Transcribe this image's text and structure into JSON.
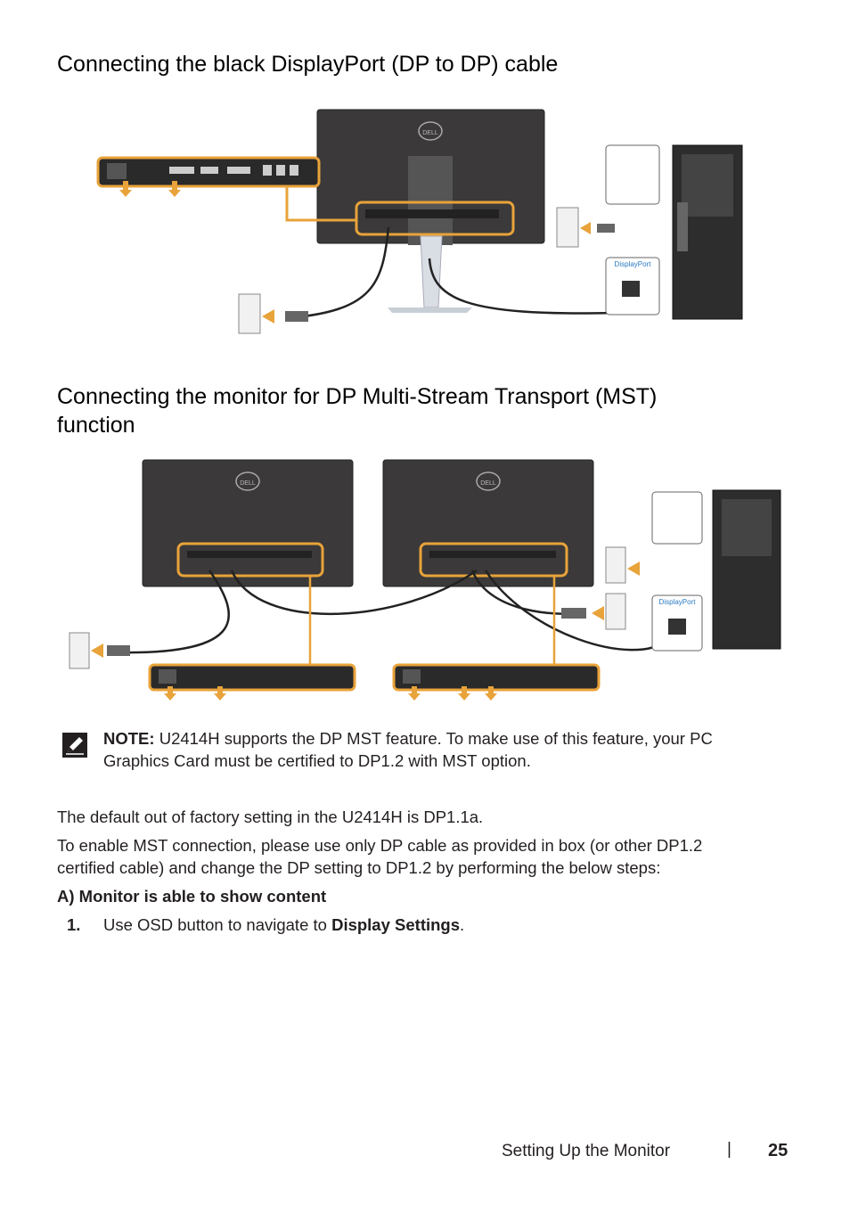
{
  "section1": {
    "heading": "Connecting the black DisplayPort (DP to DP) cable",
    "figure_labels": {
      "displayport": "DisplayPort",
      "brand": "DELL"
    }
  },
  "section2": {
    "heading_line1": "Connecting the monitor for DP Multi-Stream Transport (MST)",
    "heading_line2": "function",
    "figure_labels": {
      "displayport": "DisplayPort",
      "brand": "DELL"
    }
  },
  "note": {
    "label": "NOTE:",
    "text_line1": " U2414H supports the DP MST feature. To make use of this feature, your PC",
    "text_line2": "Graphics Card must be certified to DP1.2 with MST option.",
    "icon": "note-pencil-icon"
  },
  "body": {
    "para1": "The default out of factory setting in the U2414H is DP1.1a.",
    "para2_line1": "To enable MST connection, please use only DP cable as provided in box (or other DP1.2",
    "para2_line2": "certified cable) and change the DP setting to DP1.2 by performing the below steps:",
    "subheading": "A) Monitor is able to show content",
    "steps": [
      {
        "number": "1.",
        "text_before": "Use OSD button to navigate to ",
        "bold": "Display Settings",
        "text_after": "."
      }
    ]
  },
  "footer": {
    "section": "Setting Up the Monitor",
    "separator": "|",
    "page_number": "25"
  },
  "colors": {
    "highlight": "#e8a33a",
    "dark": "#231f20",
    "monitor": "#3a3838"
  }
}
